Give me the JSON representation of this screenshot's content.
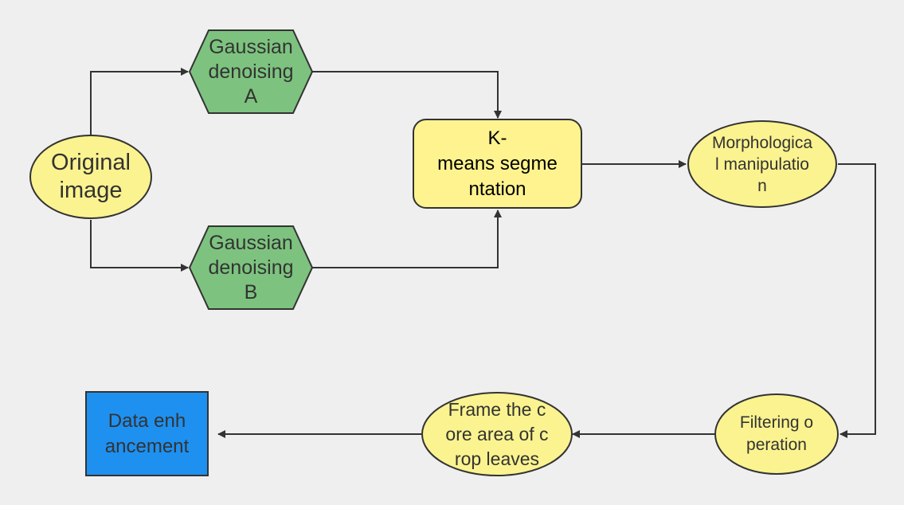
{
  "colors": {
    "background": "#efefef",
    "ellipse_fill": "#fbf38f",
    "hexagon_fill": "#7dc37f",
    "rounded_fill": "#fef38e",
    "rect_fill": "#1e90f0",
    "stroke": "#333333"
  },
  "nodes": {
    "original": "Original\nimage",
    "gauss_a": "Gaussian\ndenoising\nA",
    "gauss_b": "Gaussian\ndenoising\nB",
    "kmeans": "K-\nmeans segme\nntation",
    "morph": "Morphologica\nl manipulatio\nn",
    "filter": "Filtering o\nperation",
    "frame": "Frame the c\nore area of c\nrop leaves",
    "enhance": "Data enh\nancement"
  }
}
